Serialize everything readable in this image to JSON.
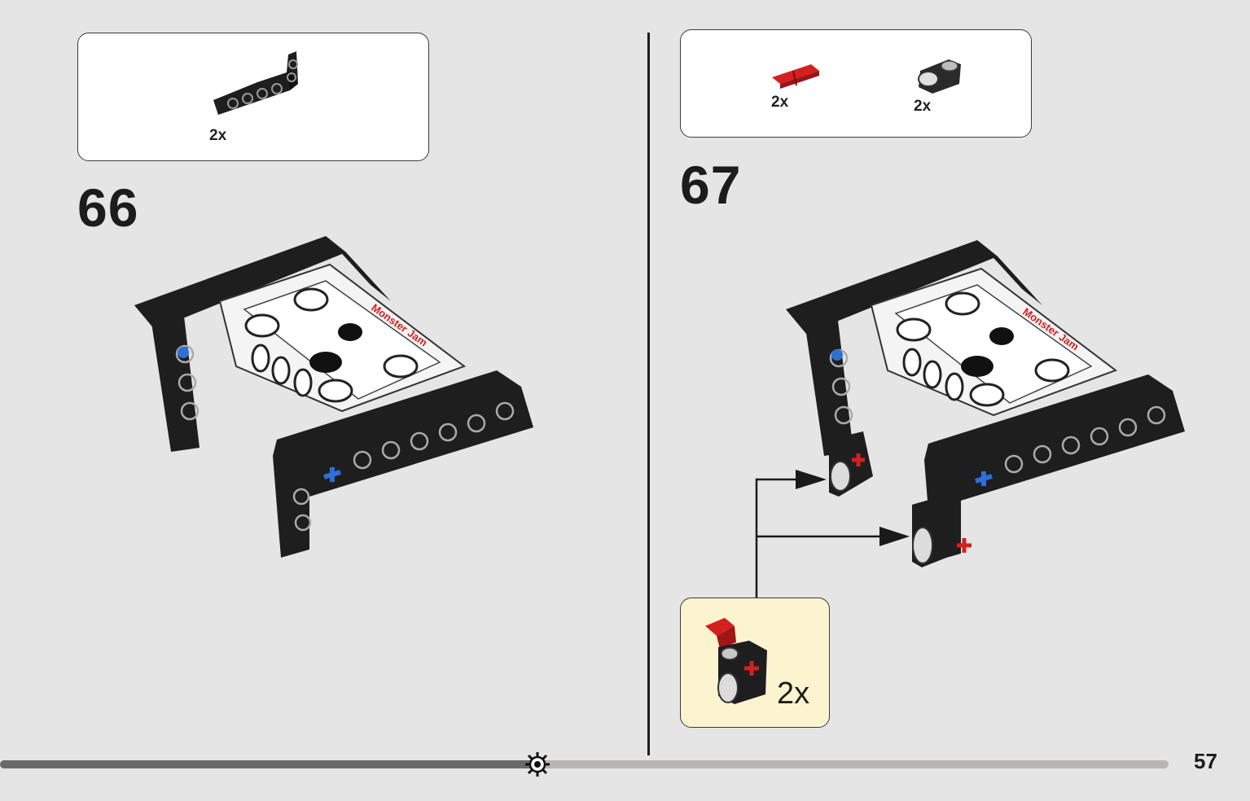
{
  "steps": [
    {
      "number": "66",
      "parts": [
        {
          "qty": "2x",
          "icon": "l-beam-liftarm-icon",
          "color": "#1e1e1e"
        }
      ]
    },
    {
      "number": "67",
      "parts": [
        {
          "qty": "2x",
          "icon": "red-axle-pin-icon",
          "color": "#d42020"
        },
        {
          "qty": "2x",
          "icon": "axle-connector-icon",
          "color": "#2a2a2a"
        }
      ],
      "subassembly": {
        "qty": "2x",
        "icon": "pin-connector-assembly-icon",
        "color": "#fcf4cf"
      }
    }
  ],
  "progress": {
    "fraction": 0.46,
    "marker_icon": "gear-icon"
  },
  "page": {
    "number": "57"
  },
  "colors": {
    "background": "#e5e5e5",
    "frame_black": "#1e1e1e",
    "accent_red": "#d42020",
    "accent_blue": "#2f6fd6",
    "callout_yellow": "#fcf4cf"
  }
}
